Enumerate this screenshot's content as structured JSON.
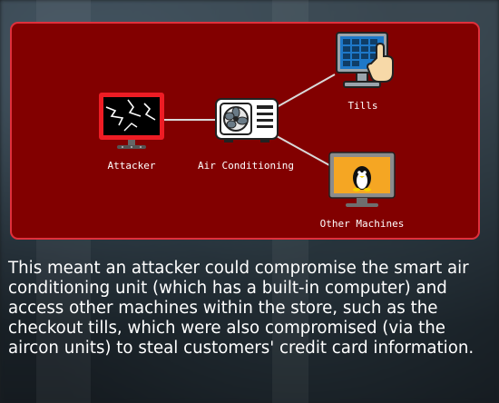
{
  "diagram": {
    "nodes": {
      "attacker": {
        "label": "Attacker",
        "icon": "hacked-monitor-icon"
      },
      "aircon": {
        "label": "Air Conditioning",
        "icon": "air-conditioner-icon"
      },
      "tills": {
        "label": "Tills",
        "icon": "touchscreen-till-icon"
      },
      "other": {
        "label": "Other Machines",
        "icon": "linux-monitor-icon"
      }
    },
    "colors": {
      "panel": "#820000",
      "border": "#e0303c",
      "link": "#d9d9d9"
    }
  },
  "caption": "This meant an attacker could compromise the smart air conditioning unit (which has a built-in computer) and access other machines within the store, such as the checkout tills, which were also compromised (via the aircon units) to steal customers' credit card information."
}
